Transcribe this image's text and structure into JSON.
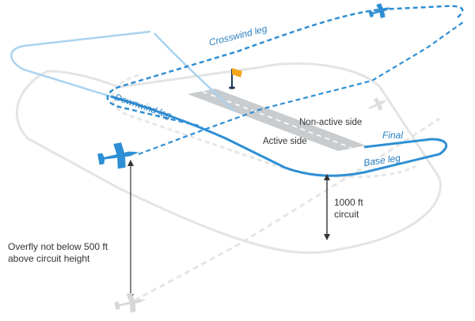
{
  "labels": {
    "crosswind": "Crosswind leg",
    "downwind": "Downwind leg",
    "non_active": "Non-active side",
    "active": "Active side",
    "final": "Final",
    "base": "Base leg",
    "circuit_line1": "1000 ft",
    "circuit_line2": "circuit",
    "overfly_line1": "Overfly not below 500 ft",
    "overfly_line2": "above circuit height"
  },
  "colors": {
    "circuit_blue": "#2f8fd4",
    "faded_blue": "#a9d3ef",
    "shadow_gray": "#e3e3e3",
    "runway_gray": "#c8ccce",
    "sock_orange": "#f3a71b",
    "label_blue": "#2a7fc1",
    "text_dark": "#333333",
    "pole_dark": "#1f3b57"
  },
  "icons": {
    "aircraft": "aircraft-icon",
    "windsock": "windsock-icon"
  }
}
